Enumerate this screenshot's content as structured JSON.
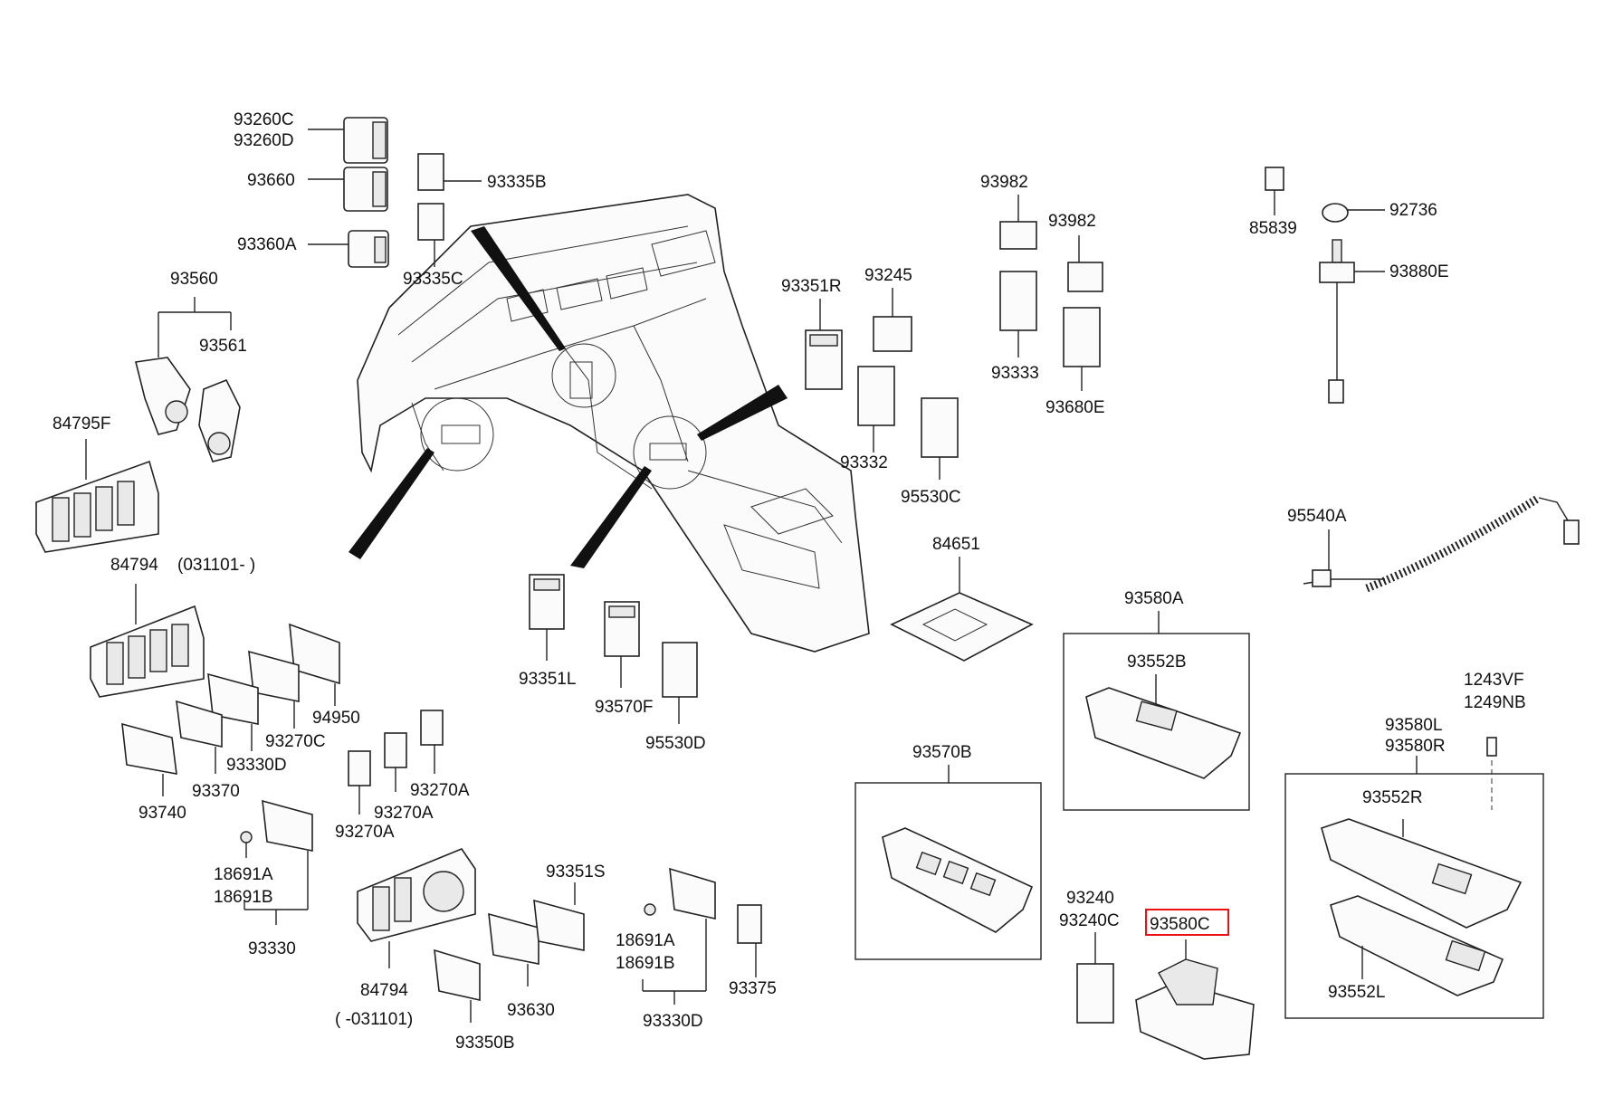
{
  "labels": {
    "l93260c": "93260C",
    "l93260d": "93260D",
    "l93660": "93660",
    "l93360a": "93360A",
    "l93335b": "93335B",
    "l93335c": "93335C",
    "l93560": "93560",
    "l93561": "93561",
    "l84795f": "84795F",
    "l84794a": "84794",
    "l031101a": "(031101- )",
    "l94950": "94950",
    "l93270c": "93270C",
    "l93330d_a": "93330D",
    "l93370": "93370",
    "l93740": "93740",
    "l93270a_1": "93270A",
    "l93270a_2": "93270A",
    "l93270a_3": "93270A",
    "l18691a_1": "18691A",
    "l18691b_1": "18691B",
    "l93330": "93330",
    "l84794b": "84794",
    "l031101b": "( -031101)",
    "l93350b": "93350B",
    "l93630": "93630",
    "l93351s": "93351S",
    "l18691a_2": "18691A",
    "l18691b_2": "18691B",
    "l93330d_b": "93330D",
    "l93375": "93375",
    "l93351l": "93351L",
    "l93570f": "93570F",
    "l95530d": "95530D",
    "l93351r": "93351R",
    "l93245": "93245",
    "l93332": "93332",
    "l95530c": "95530C",
    "l93982_1": "93982",
    "l93982_2": "93982",
    "l93333": "93333",
    "l93680e": "93680E",
    "l85839": "85839",
    "l92736": "92736",
    "l93880e": "93880E",
    "l95540a": "95540A",
    "l84651": "84651",
    "l93580a": "93580A",
    "l93552b": "93552B",
    "l1243vf": "1243VF",
    "l1249nb": "1249NB",
    "l93580l": "93580L",
    "l93580r": "93580R",
    "l93552r": "93552R",
    "l93552l": "93552L",
    "l93570b": "93570B",
    "l93240": "93240",
    "l93240c": "93240C",
    "l93580c": "93580C"
  },
  "highlight": {
    "part_number": "93580C",
    "color": "#e11111"
  }
}
